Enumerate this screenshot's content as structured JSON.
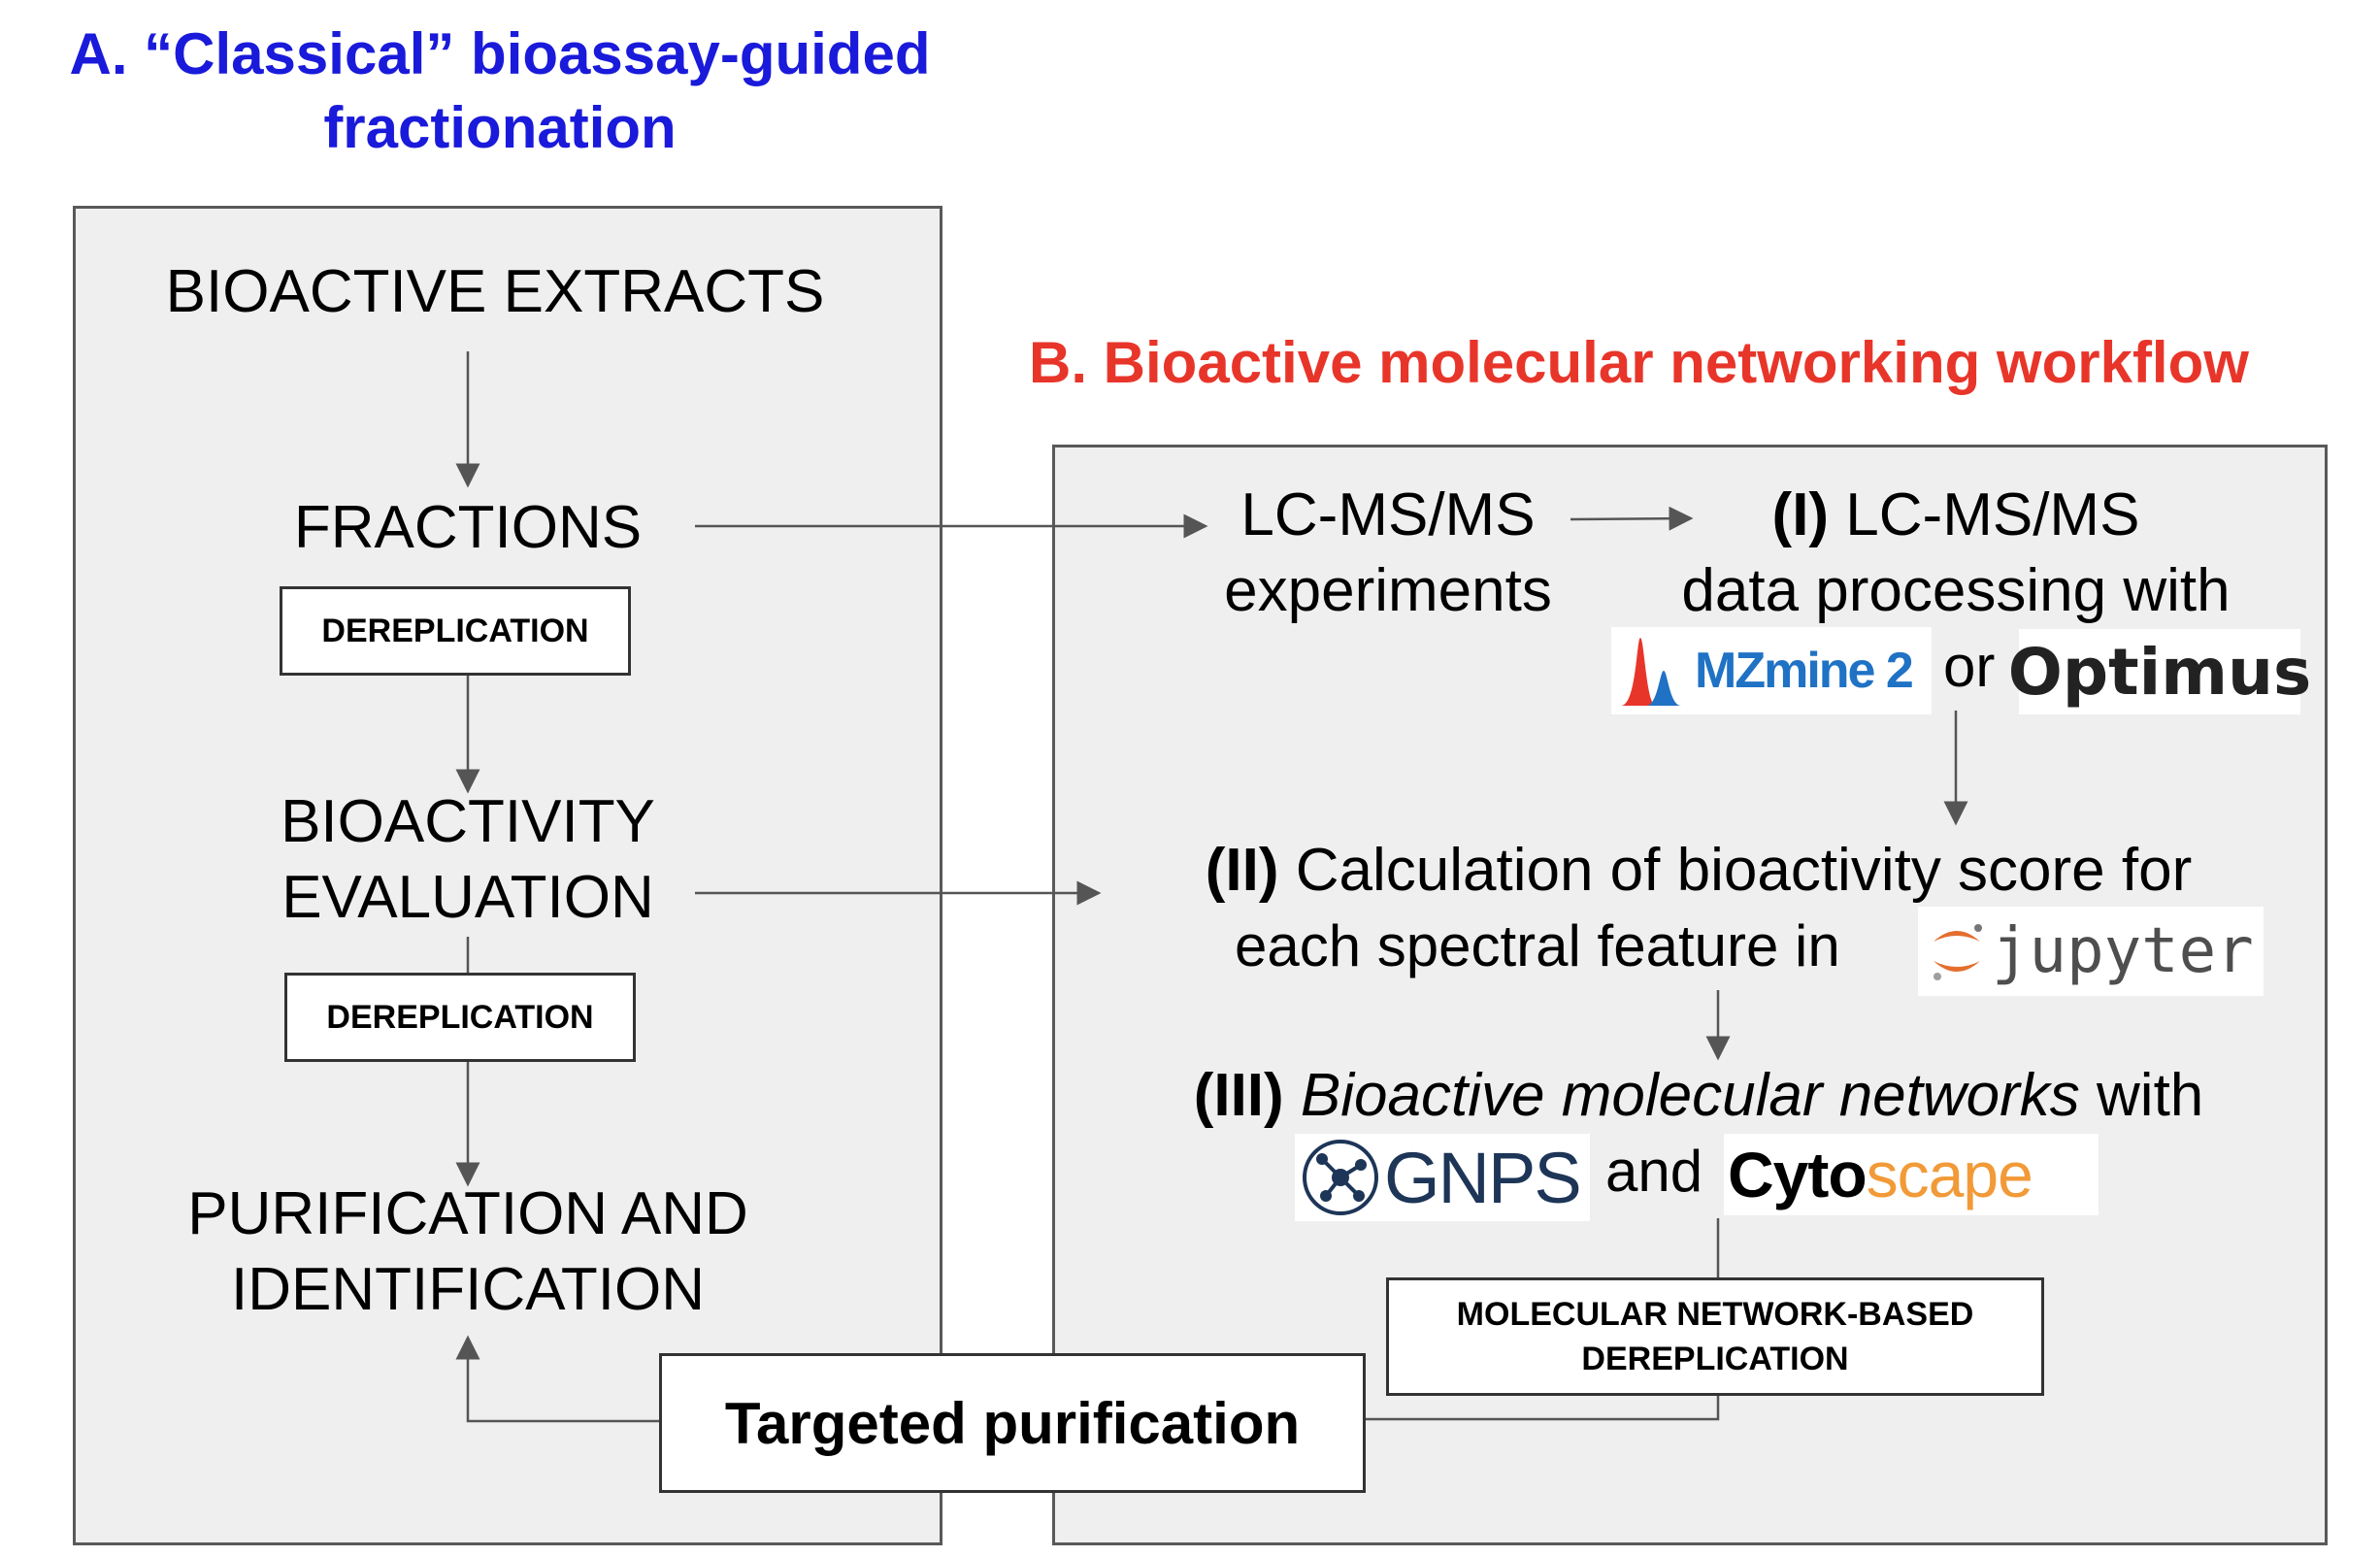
{
  "section_a": {
    "title_line1": "A. “Classical” bioassay-guided",
    "title_line2": "fractionation",
    "steps": {
      "extracts": "BIOACTIVE EXTRACTS",
      "fractions": "FRACTIONS",
      "bioactivity_1": "BIOACTIVITY",
      "bioactivity_2": "EVALUATION",
      "purification_1": "PURIFICATION AND",
      "purification_2": "IDENTIFICATION"
    },
    "dereplication_1": "DEREPLICATION",
    "dereplication_2": "DEREPLICATION"
  },
  "section_b": {
    "title": "B. Bioactive molecular networking workflow",
    "lcms_1": "LC-MS/MS",
    "lcms_2": "experiments",
    "step1": {
      "numeral": "(I)",
      "line1_rest": " LC-MS/MS",
      "line2": "data processing with",
      "or": "or"
    },
    "step2": {
      "numeral": "(II)",
      "line1_rest": " Calculation of bioactivity score for",
      "line2": "each spectral feature in"
    },
    "step3": {
      "numeral": "(III)",
      "italic": " Bioactive molecular networks",
      "with": " with",
      "and": "and"
    },
    "network_dereplication_1": "MOLECULAR NETWORK-BASED",
    "network_dereplication_2": "DEREPLICATION"
  },
  "targeted": "Targeted purification",
  "logos": {
    "mzmine": "MZmine 2",
    "optimus": "Optimus",
    "jupyter": "jupyter",
    "gnps": "GNPS",
    "cyto_a": "Cyto",
    "cyto_b": "scape"
  },
  "colors": {
    "title_a": "#1a1adb",
    "title_b": "#e8352a",
    "panel_bg": "#efefef",
    "mzmine_blue": "#1f72c4",
    "cytoscape_orange": "#f29a38",
    "jupyter_orange": "#e46e2e",
    "gnps_navy": "#1d3557"
  }
}
